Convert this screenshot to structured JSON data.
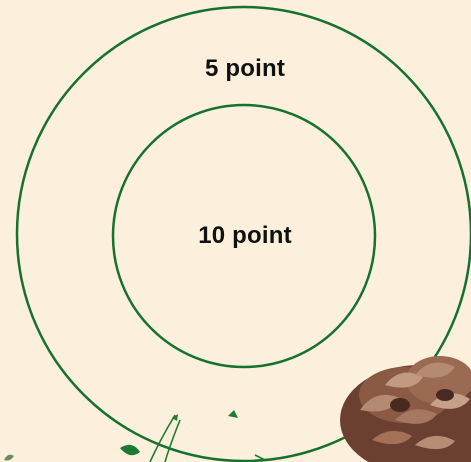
{
  "target": {
    "outer_ring": {
      "label": "5 point",
      "points": 5
    },
    "inner_ring": {
      "label": "10 point",
      "points": 10
    },
    "ring_color": "#16702e"
  },
  "background_color": "#fcf0dc",
  "decorations": [
    "pine-cone-cluster",
    "green-vine-sprig",
    "leaf-icon"
  ]
}
